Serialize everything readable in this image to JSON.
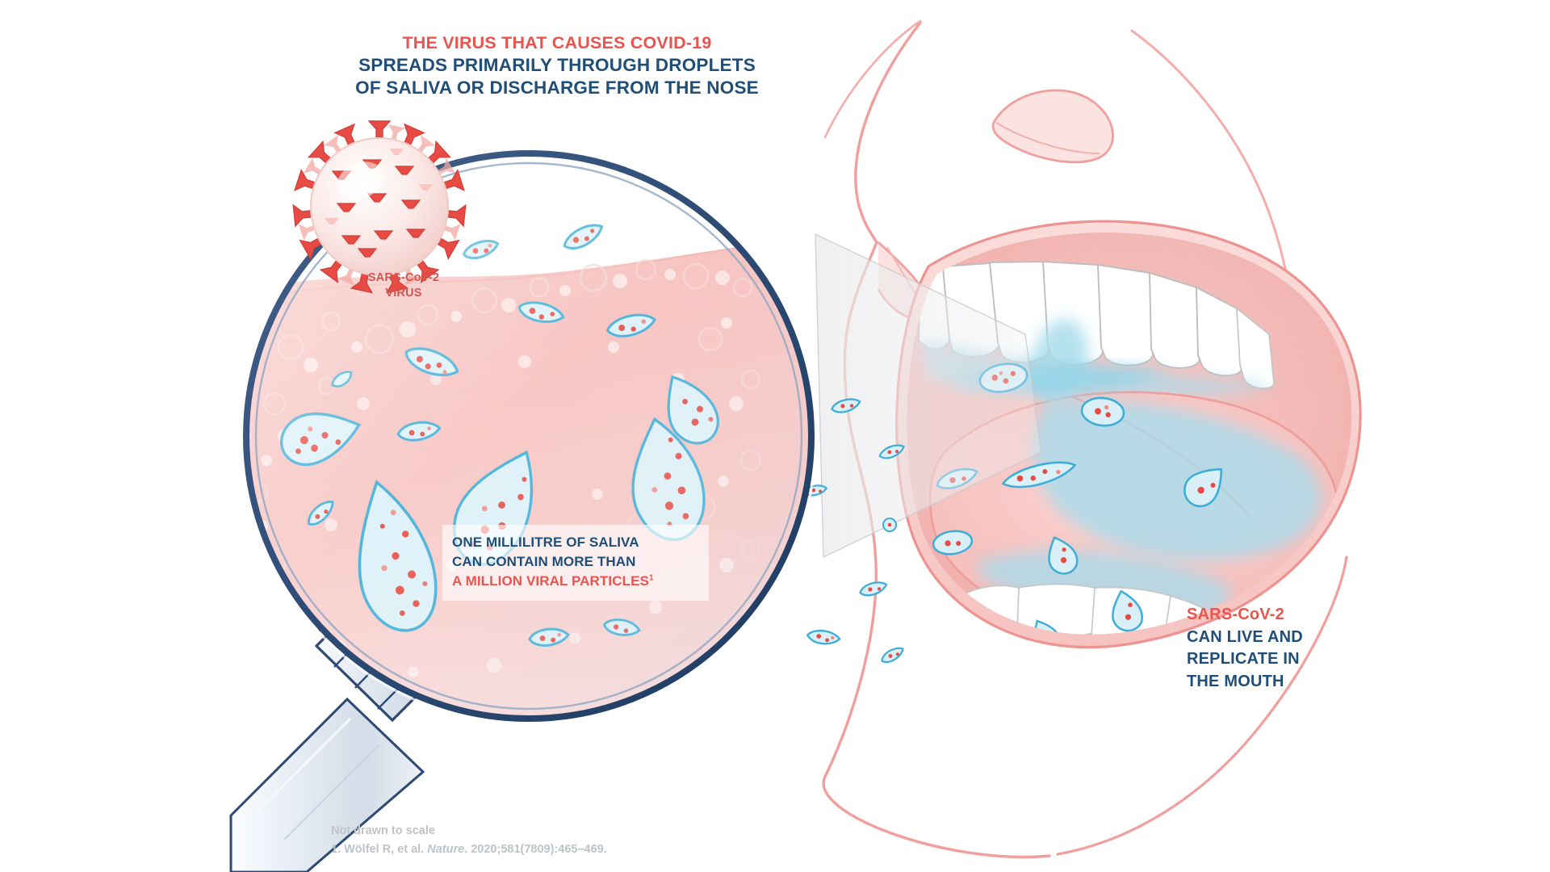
{
  "headline": {
    "line1": "THE VIRUS THAT CAUSES COVID-19",
    "line2": "SPREADS PRIMARILY THROUGH DROPLETS",
    "line3": "OF SALIVA OR DISCHARGE FROM THE NOSE"
  },
  "virus_label": {
    "line1": "SARS-CoV-2",
    "line2": "VIRUS"
  },
  "callout": {
    "line1": "ONE MILLILITRE OF SALIVA",
    "line2": "CAN CONTAIN MORE THAN",
    "line3": "A MILLION VIRAL PARTICLES",
    "footnote_marker": "1"
  },
  "mouth_label": {
    "line1": "SARS-CoV-2",
    "line2": "CAN LIVE AND",
    "line3": "REPLICATE IN",
    "line4": "THE MOUTH"
  },
  "footnotes": {
    "scale_note": "Not drawn to scale",
    "ref_prefix": "1. Wölfel R, et al. ",
    "ref_journal": "Nature",
    "ref_suffix": ". 2020;581(7809):465–469."
  },
  "colors": {
    "accent_red": "#E8544E",
    "label_red": "#D4554F",
    "navy": "#1F4E79",
    "droplet_blue": "#3EADD8",
    "saliva_blue": "#A9DCEC",
    "tissue_pink": "#F5B8B5",
    "face_line_pink": "#F09A97",
    "lens_rim_navy": "#2C4A73",
    "handle_grey": "#DDE4EC",
    "footnote_grey": "#BFC3C6",
    "background": "#FFFFFF"
  },
  "illustration": {
    "magnifier": "magnifying-glass-lens-over-saliva",
    "virion": "sars-cov-2-virion",
    "face": "face-profile-open-mouth",
    "teeth_count_upper": 7,
    "teeth_count_lower": 6,
    "droplets_in_lens": 16,
    "droplets_in_air": 8,
    "droplets_in_mouth": 9
  }
}
